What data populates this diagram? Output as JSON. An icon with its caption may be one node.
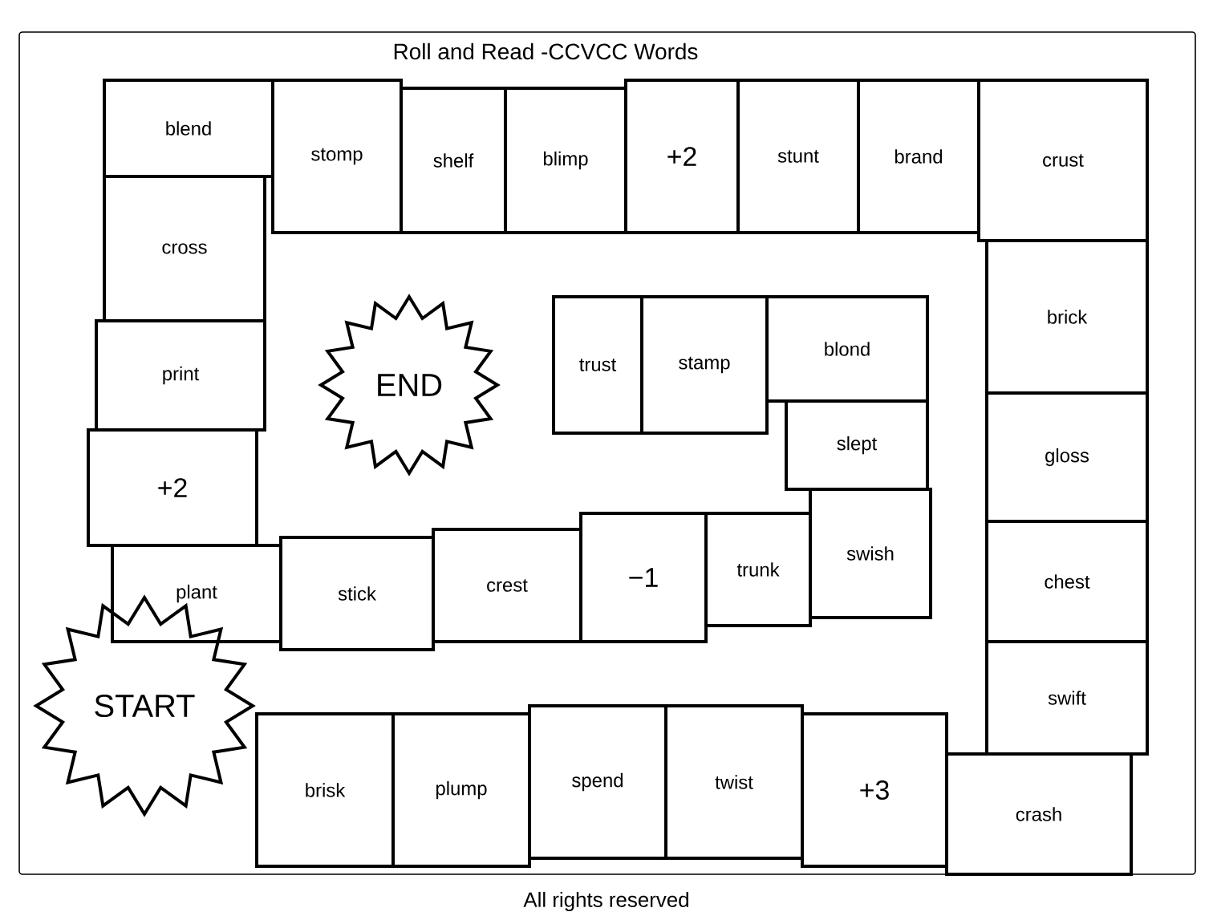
{
  "diagram": {
    "title": "Roll and Read -CCVCC Words",
    "nodes": [
      {
        "text": [
          "START"
        ]
      },
      {
        "text": [
          "brisk"
        ]
      },
      {
        "text": [
          "plump"
        ]
      },
      {
        "text": [
          "spend"
        ]
      },
      {
        "text": [
          "twist"
        ]
      },
      {
        "text": [
          "+3"
        ]
      },
      {
        "text": [
          "crash"
        ]
      },
      {
        "text": [
          "swift"
        ]
      },
      {
        "text": [
          "chest"
        ]
      },
      {
        "text": [
          "gloss"
        ]
      },
      {
        "text": [
          "brick"
        ]
      },
      {
        "text": [
          "crust"
        ]
      },
      {
        "text": [
          "brand"
        ]
      },
      {
        "text": [
          "stunt"
        ]
      },
      {
        "text": [
          "+2"
        ]
      },
      {
        "text": [
          "blimp"
        ]
      },
      {
        "text": [
          "shelf"
        ]
      },
      {
        "text": [
          "stomp"
        ]
      },
      {
        "text": [
          "blend"
        ]
      },
      {
        "text": [
          "cross"
        ]
      },
      {
        "text": [
          "print"
        ]
      },
      {
        "text": [
          "+2"
        ]
      },
      {
        "text": [
          "plant"
        ]
      },
      {
        "text": [
          "stick"
        ]
      },
      {
        "text": [
          "crest"
        ]
      },
      {
        "text": [
          "−1"
        ]
      },
      {
        "text": [
          "trunk"
        ]
      },
      {
        "text": [
          "swish"
        ]
      },
      {
        "text": [
          "slept"
        ]
      },
      {
        "text": [
          "blond"
        ]
      },
      {
        "text": [
          "stamp"
        ]
      },
      {
        "text": [
          "trust"
        ]
      },
      {
        "text": [
          "END"
        ]
      }
    ],
    "labels": [
      "All rights reserved"
    ]
  }
}
